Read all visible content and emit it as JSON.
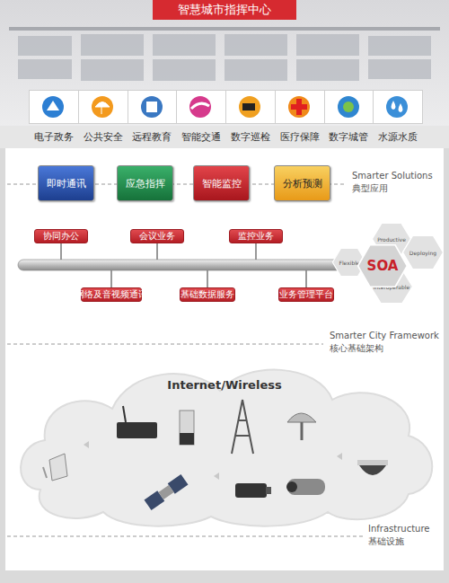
{
  "diagram": {
    "title": "智慧城市指挥中心",
    "nodes": [
      {
        "text": [
          "电子政务"
        ]
      },
      {
        "text": [
          "公共安全"
        ]
      },
      {
        "text": [
          "远程教育"
        ]
      },
      {
        "text": [
          "智能交通"
        ]
      },
      {
        "text": [
          "数字巡检"
        ]
      },
      {
        "text": [
          "医疗保障"
        ]
      },
      {
        "text": [
          "数字城管"
        ]
      },
      {
        "text": [
          "水源水质"
        ]
      },
      {
        "text": [
          "即时通讯"
        ]
      },
      {
        "text": [
          "应急指挥"
        ]
      },
      {
        "text": [
          "智能监控"
        ]
      },
      {
        "text": [
          "分析预测"
        ]
      },
      {
        "text": [
          "协同办公"
        ]
      },
      {
        "text": [
          "会议业务"
        ]
      },
      {
        "text": [
          "监控业务"
        ]
      },
      {
        "text": [
          "网络及音视频通讯"
        ]
      },
      {
        "text": [
          "基础数据服务"
        ]
      },
      {
        "text": [
          "业务管理平台"
        ]
      },
      {
        "text": [
          "SOA"
        ]
      },
      {
        "text": [
          "Productive"
        ]
      },
      {
        "text": [
          "Flexible"
        ]
      },
      {
        "text": [
          "Deploying"
        ]
      },
      {
        "text": [
          "Interoperable"
        ]
      },
      {
        "text": [
          "Internet/Wireless"
        ]
      }
    ],
    "labels": [
      "Smarter Solutions",
      "典型应用",
      "Smarter City Framework",
      "核心基础架构",
      "Infrastructure",
      "基础设施"
    ]
  }
}
